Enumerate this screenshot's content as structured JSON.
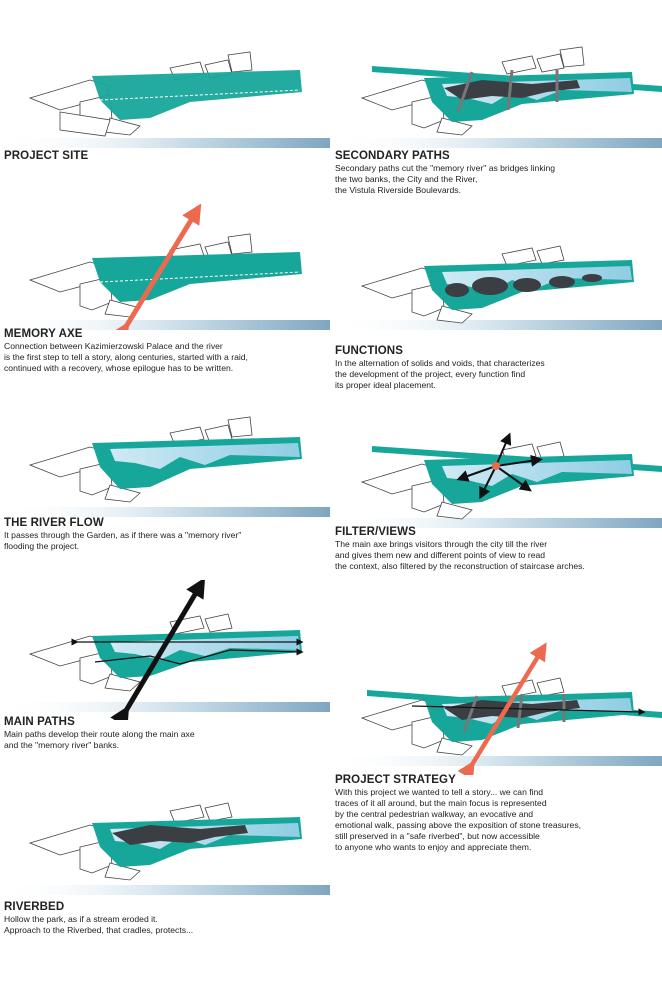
{
  "colors": {
    "teal": "#17a69a",
    "lightblue": "#aedcec",
    "dark": "#3b3f44",
    "orange": "#ec6a50",
    "black": "#111111",
    "groundline": "#9fbed2"
  },
  "panels": [
    {
      "id": "project-site",
      "title": "PROJECT SITE",
      "lines": []
    },
    {
      "id": "secondary-paths",
      "title": "SECONDARY PATHS",
      "lines": [
        "Secondary paths cut the \"memory river\" as bridges linking",
        "the two banks, the City and the River,",
        "the Vistula Riverside Boulevards."
      ]
    },
    {
      "id": "memory-axe",
      "title": "MEMORY AXE",
      "lines": [
        "Connection between Kazimierzowski Palace and the river",
        "is the first step to tell a story, along centuries, started with a raid,",
        "continued with a recovery, whose epilogue has to be written."
      ]
    },
    {
      "id": "functions",
      "title": "FUNCTIONS",
      "lines": [
        "In the alternation of solids and voids, that characterizes",
        "the development of the project, every function find",
        "its proper ideal placement."
      ]
    },
    {
      "id": "river-flow",
      "title": "THE RIVER FLOW",
      "lines": [
        "It passes through the Garden, as if there was a \"memory river\"",
        "flooding the project."
      ]
    },
    {
      "id": "filter-views",
      "title": "FILTER/VIEWS",
      "lines": [
        "The main axe brings visitors through the city till the river",
        "and gives them new and different points of view to read",
        "the context, also filtered by the reconstruction of staircase arches."
      ]
    },
    {
      "id": "main-paths",
      "title": "MAIN PATHS",
      "lines": [
        "Main paths develop their route along the main axe",
        "and the \"memory river\" banks."
      ]
    },
    {
      "id": "project-strategy",
      "title": "PROJECT STRATEGY",
      "lines": [
        "With this project we wanted to tell a story... we can find",
        "traces of it all around, but the main focus is represented",
        "by the central pedestrian walkway, an evocative and",
        "emotional walk, passing above the exposition of stone treasures,",
        "still preserved in a \"safe riverbed\", but now accessible",
        "to anyone who wants to enjoy and appreciate them."
      ]
    },
    {
      "id": "riverbed",
      "title": "RIVERBED",
      "lines": [
        "Hollow the park, as if a stream eroded it.",
        "Approach to the Riverbed, that cradles, protects..."
      ]
    }
  ]
}
